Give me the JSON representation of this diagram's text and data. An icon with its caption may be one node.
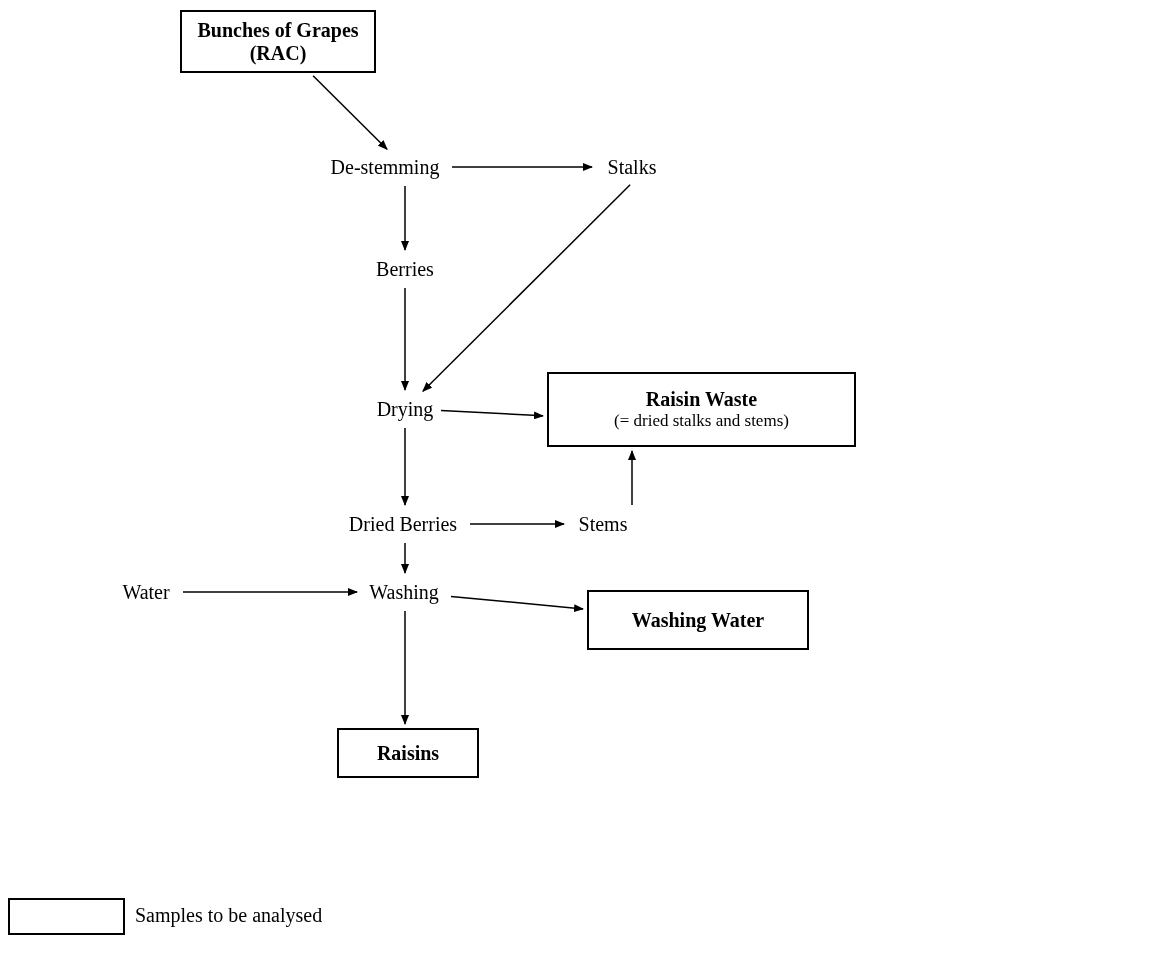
{
  "diagram": {
    "nodes": [
      {
        "text": [
          "Bunches of Grapes (RAC)"
        ]
      },
      {
        "text": [
          "De-stemming"
        ]
      },
      {
        "text": [
          "Stalks"
        ]
      },
      {
        "text": [
          "Berries"
        ]
      },
      {
        "text": [
          "Drying"
        ]
      },
      {
        "text": [
          "Raisin Waste",
          "(= dried stalks and stems)"
        ]
      },
      {
        "text": [
          "Dried Berries"
        ]
      },
      {
        "text": [
          "Stems"
        ]
      },
      {
        "text": [
          "Water"
        ]
      },
      {
        "text": [
          "Washing"
        ]
      },
      {
        "text": [
          "Washing Water"
        ]
      },
      {
        "text": [
          "Raisins"
        ]
      }
    ],
    "edges": [
      {
        "from": 0,
        "to": 1,
        "arrow": "to"
      },
      {
        "from": 1,
        "to": 2,
        "arrow": "to"
      },
      {
        "from": 2,
        "to": 4,
        "arrow": "to"
      },
      {
        "from": 1,
        "to": 3,
        "arrow": "to"
      },
      {
        "from": 3,
        "to": 4,
        "arrow": "to"
      },
      {
        "from": 4,
        "to": 5,
        "arrow": "to"
      },
      {
        "from": 4,
        "to": 6,
        "arrow": "to"
      },
      {
        "from": 6,
        "to": 7,
        "arrow": "to"
      },
      {
        "from": 7,
        "to": 5,
        "arrow": "to"
      },
      {
        "from": 6,
        "to": 9,
        "arrow": "to"
      },
      {
        "from": 8,
        "to": 9,
        "arrow": "to"
      },
      {
        "from": 9,
        "to": 10,
        "arrow": "to"
      },
      {
        "from": 9,
        "to": 11,
        "arrow": "to"
      }
    ],
    "legend": [
      {
        "text": "Samples to be analysed"
      }
    ]
  }
}
